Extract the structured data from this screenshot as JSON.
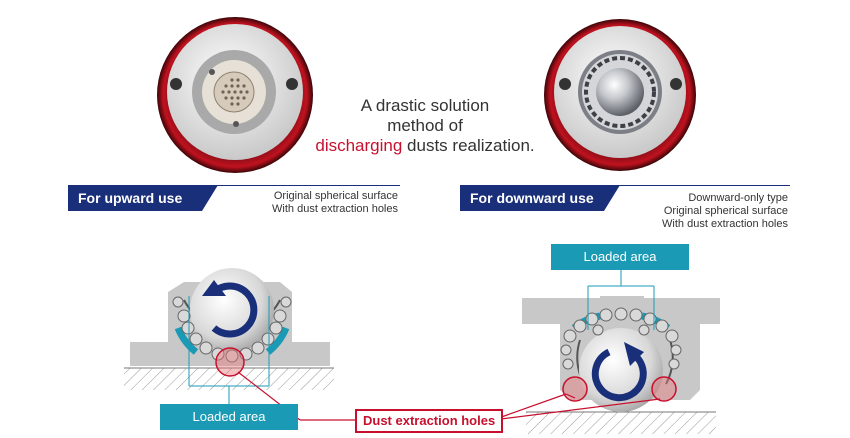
{
  "headline": {
    "line1": "A drastic solution",
    "line2": "method of",
    "line3_accent": "discharging",
    "line3_rest": " dusts realization."
  },
  "upward": {
    "tag": "For upward use",
    "notes": [
      "Original spherical surface",
      "With dust extraction holes"
    ]
  },
  "downward": {
    "tag": "For downward use",
    "notes": [
      "Downward-only type",
      "Original spherical surface",
      "With dust extraction holes"
    ]
  },
  "labels": {
    "loaded_area_left": "Loaded area",
    "loaded_area_right": "Loaded area",
    "dust_holes": "Dust extraction holes"
  },
  "colors": {
    "navy": "#1a2f7a",
    "teal": "#1b9ab5",
    "red": "#c8102e",
    "gray": "#c8c8c8"
  }
}
